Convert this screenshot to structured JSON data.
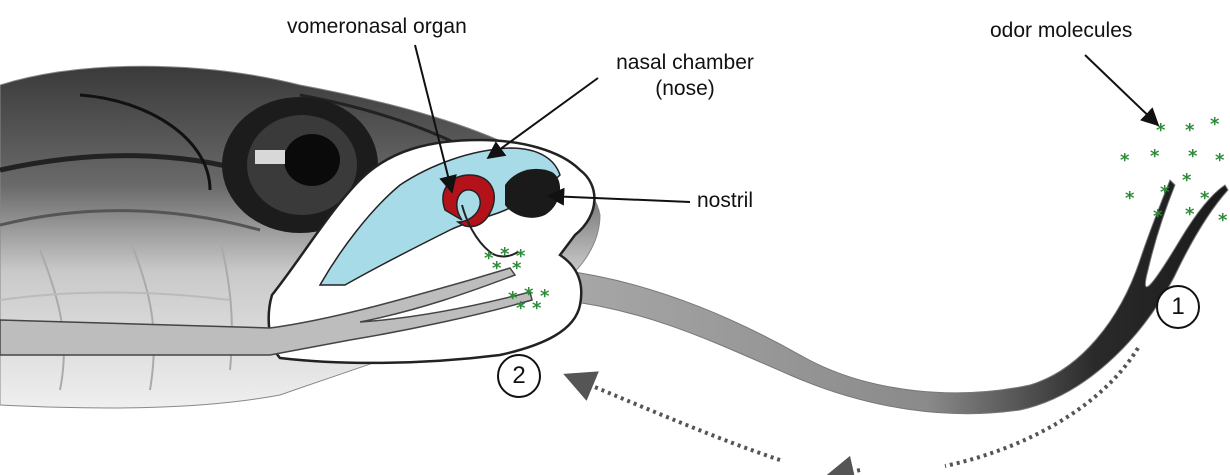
{
  "labels": {
    "vomeronasal_organ": "vomeronasal organ",
    "nasal_chamber_line1": "nasal chamber",
    "nasal_chamber_line2": "(nose)",
    "nostril": "nostril",
    "odor_molecules": "odor molecules"
  },
  "steps": [
    "1",
    "2"
  ],
  "colors": {
    "nasal_chamber": "#a8dbe8",
    "vomeronasal_organ": "#b3121b",
    "odor_molecule": "#2e8b3a",
    "tongue": "#9a9a9a",
    "arrow_dotted": "#555555",
    "outline": "#222222"
  },
  "icons": {
    "odor_molecule": "asterisk",
    "step_marker": "circled-number"
  }
}
